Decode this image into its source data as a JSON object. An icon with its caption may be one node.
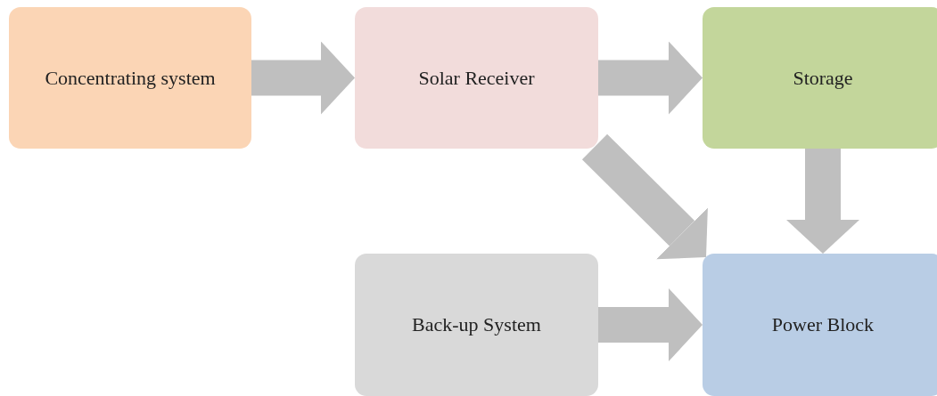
{
  "diagram": {
    "nodes": [
      {
        "text": [
          "Concentrating system"
        ]
      },
      {
        "text": [
          "Solar Receiver"
        ]
      },
      {
        "text": [
          "Storage"
        ]
      },
      {
        "text": [
          "Back-up System"
        ]
      },
      {
        "text": [
          "Power Block"
        ]
      }
    ],
    "edges": [
      {
        "from": 0,
        "to": 1,
        "arrow": "to"
      },
      {
        "from": 1,
        "to": 2,
        "arrow": "to"
      },
      {
        "from": 1,
        "to": 4,
        "arrow": "to"
      },
      {
        "from": 2,
        "to": 4,
        "arrow": "to"
      },
      {
        "from": 3,
        "to": 4,
        "arrow": "to"
      }
    ]
  }
}
